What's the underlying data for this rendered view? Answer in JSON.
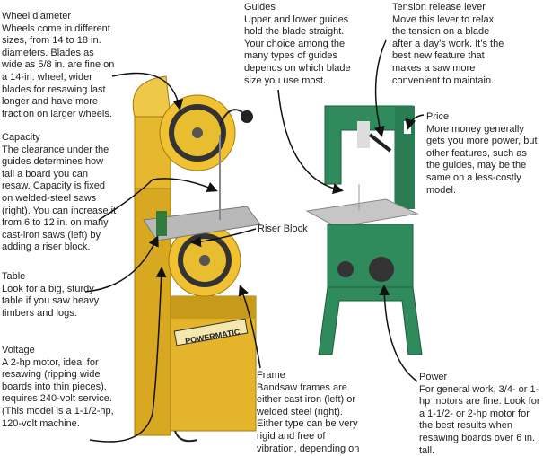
{
  "annotations": {
    "wheel_diameter": {
      "title": "Wheel diameter",
      "body": "Wheels come in different sizes, from 14 to 18 in. diameters. Blades as wide as 5/8 in. are fine on a 14-in. wheel; wider blades for resawing last longer and have more traction on larger wheels."
    },
    "guides": {
      "title": "Guides",
      "body": "Upper and lower guides hold the blade straight. Your choice among the many types of guides depends on which blade size you use most."
    },
    "tension": {
      "title": "Tension release lever",
      "body": "Move this lever to relax the tension on a blade after a day’s work. It’s the best new feature that makes a saw more convenient to maintain."
    },
    "price": {
      "title": "Price",
      "body": "More money generally gets you more power, but other features, such as the guides, may be the same on a less-costly model."
    },
    "capacity": {
      "title": "Capacity",
      "body": "The clearance under the guides determines how tall a board you can resaw. Capacity is fixed on welded-steel saws (right). You can increase it from 6 to 12 in. on many cast-iron saws (left) by adding a riser block."
    },
    "riser_block": {
      "title": "Riser Block"
    },
    "table": {
      "title": "Table",
      "body": "Look for a big, sturdy table if you saw heavy timbers and logs."
    },
    "voltage": {
      "title": "Voltage",
      "body": "A 2-hp motor, ideal for resawing (ripping wide boards into thin pieces), requires 240-volt service. (This model is a 1-1/2-hp, 120-volt machine."
    },
    "frame": {
      "title": "Frame",
      "body": "Bandsaw frames are either cast iron (left) or welded steel (right). Either type can be very rigid and free of vibration, depending on the model."
    },
    "power": {
      "title": "Power",
      "body": "For general work, 3/4- or 1-hp motors are fine. Look for a 1-1/2- or 2-hp motor for the best results when resawing boards over 6 in. tall."
    }
  },
  "brand_label": "POWERMATIC",
  "colors": {
    "yellow_saw": "#e8b820",
    "green_saw": "#2f8a5c",
    "text": "#222222"
  }
}
